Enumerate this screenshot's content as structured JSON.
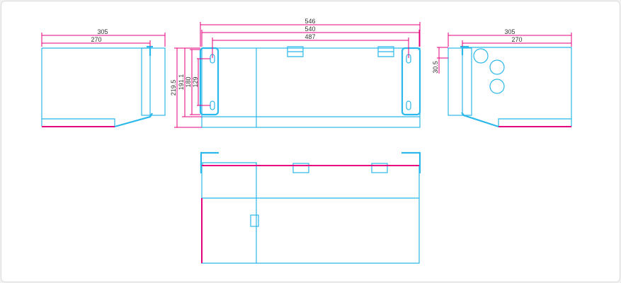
{
  "colors": {
    "outline": "#2bb8ea",
    "dimension": "#e5007d"
  },
  "left_view": {
    "dim_overall": "305",
    "dim_depth": "270"
  },
  "front_view": {
    "dim_overall_width": "546",
    "dim_body_width": "540",
    "dim_hole_spacing": "487",
    "dim_overall_height": "219.5",
    "dim_body_height": "191.1",
    "dim_plate_height": "180",
    "dim_slot_spacing": "129"
  },
  "right_view": {
    "dim_overall": "305",
    "dim_depth": "270",
    "dim_offset": "30.5"
  }
}
